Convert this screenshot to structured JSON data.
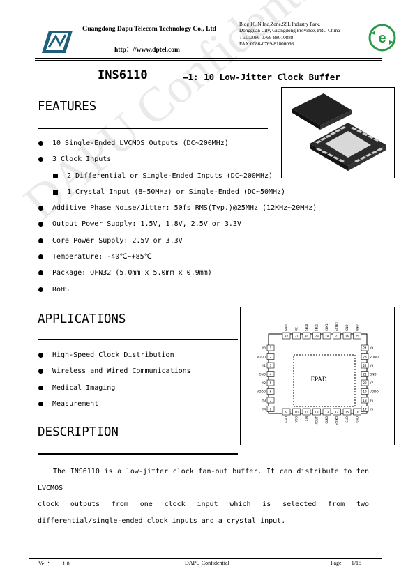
{
  "header": {
    "company": "Guangdong Dapu Telecom Technology Co., Ltd",
    "website": "http：//www.dptel.com",
    "address_lines": [
      "Bldg 16.,N.Ind.Zone,SSL Industry Park.",
      "Dongguan City, Guangdong Province, PRC China",
      "TEL:0086-0769-88010888",
      "FAX:0086-0769-81800098"
    ]
  },
  "title": {
    "part": "INS6110",
    "subtitle": "—1: 10 Low-Jitter Clock Buffer"
  },
  "features": {
    "heading": "FEATURES",
    "items": [
      {
        "text": "10 Single-Ended LVCMOS Outputs (DC~200MHz)",
        "level": 1
      },
      {
        "text": "3 Clock Inputs",
        "level": 1
      },
      {
        "text": "2 Differential or Single-Ended Inputs (DC~200MHz)",
        "level": 2
      },
      {
        "text": "1 Crystal Input (8~50MHz) or Single-Ended (DC~50MHz)",
        "level": 2
      },
      {
        "text": "Additive Phase Noise/Jitter: 50fs RMS(Typ.)@25MHz (12KHz~20MHz)",
        "level": 1
      },
      {
        "text": "Output Power Supply: 1.5V, 1.8V, 2.5V or 3.3V",
        "level": 1
      },
      {
        "text": "Core Power Supply: 2.5V or 3.3V",
        "level": 1
      },
      {
        "text": "Temperature: -40℃~+85℃",
        "level": 1
      },
      {
        "text": "Package: QFN32 (5.0mm x 5.0mm x 0.9mm)",
        "level": 1
      },
      {
        "text": "RoHS",
        "level": 1
      }
    ]
  },
  "applications": {
    "heading": "APPLICATIONS",
    "items": [
      "High-Speed Clock Distribution",
      "Wireless and Wired Communications",
      "Medical Imaging",
      "Measurement"
    ]
  },
  "description": {
    "heading": "DESCRIPTION",
    "lines": [
      "The INS6110 is a low-jitter clock fan-out buffer. It can distribute to ten LVCMOS",
      "clock outputs from one clock input which is selected from two",
      "differential/single-ended clock inputs and a crystal input."
    ]
  },
  "pinout": {
    "center_label": "EPAD",
    "top_pins": [
      {
        "num": "32",
        "name": "GND"
      },
      {
        "num": "31",
        "name": "OE"
      },
      {
        "num": "30",
        "name": "SEL0"
      },
      {
        "num": "29",
        "name": "SEL1"
      },
      {
        "num": "28",
        "name": "CLK1"
      },
      {
        "num": "27",
        "name": "nCLK1"
      },
      {
        "num": "26",
        "name": "GND"
      },
      {
        "num": "25",
        "name": "GND"
      }
    ],
    "bottom_pins": [
      {
        "num": "9",
        "name": "GND"
      },
      {
        "num": "10",
        "name": "VDD"
      },
      {
        "num": "11",
        "name": "XIN"
      },
      {
        "num": "12",
        "name": "XOUT"
      },
      {
        "num": "13",
        "name": "CLK0"
      },
      {
        "num": "14",
        "name": "nCLK0"
      },
      {
        "num": "15",
        "name": "GND"
      },
      {
        "num": "16",
        "name": "GND"
      }
    ],
    "left_pins": [
      {
        "num": "1",
        "name": "Y0"
      },
      {
        "num": "2",
        "name": "VDDO"
      },
      {
        "num": "3",
        "name": "Y1"
      },
      {
        "num": "4",
        "name": "GND"
      },
      {
        "num": "5",
        "name": "Y2"
      },
      {
        "num": "6",
        "name": "VDDO"
      },
      {
        "num": "7",
        "name": "Y3"
      },
      {
        "num": "8",
        "name": "Y4"
      }
    ],
    "right_pins": [
      {
        "num": "24",
        "name": "Y9"
      },
      {
        "num": "23",
        "name": "VDDO"
      },
      {
        "num": "22",
        "name": "Y8"
      },
      {
        "num": "21",
        "name": "GND"
      },
      {
        "num": "20",
        "name": "Y7"
      },
      {
        "num": "19",
        "name": "VDDO"
      },
      {
        "num": "18",
        "name": "Y6"
      },
      {
        "num": "17",
        "name": "Y5"
      }
    ]
  },
  "watermark": "DAPU Confidential",
  "footer": {
    "ver_label": "Ver.：",
    "ver_value": "1.0",
    "center": "DAPU Confidential",
    "page_label": "Page:",
    "page_value": "1/15"
  }
}
